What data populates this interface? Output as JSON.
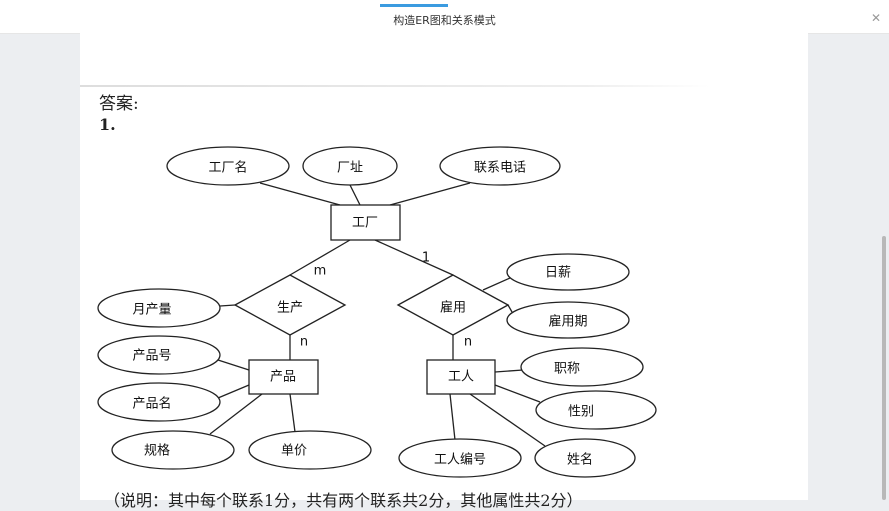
{
  "window": {
    "title": "构造ER图和关系模式",
    "close_icon": "close-icon"
  },
  "document": {
    "answer_heading": "答案:",
    "item_number": "1.",
    "note": "（说明：其中每个联系1分，共有两个联系共2分，其他属性共2分）"
  },
  "diagram": {
    "entities": {
      "factory": "工厂",
      "product": "产品",
      "worker": "工人"
    },
    "relationships": {
      "produce": "生产",
      "employ": "雇用"
    },
    "cardinalities": {
      "produce_factory": "m",
      "employ_factory": "1",
      "produce_product": "n",
      "employ_worker": "n"
    },
    "attributes": {
      "factory": [
        "工厂名",
        "厂址",
        "联系电话"
      ],
      "produce": [
        "月产量"
      ],
      "employ": [
        "日薪",
        "雇用期"
      ],
      "product": [
        "产品号",
        "产品名",
        "规格",
        "单价"
      ],
      "worker": [
        "职称",
        "性别",
        "工人编号",
        "姓名"
      ]
    }
  }
}
